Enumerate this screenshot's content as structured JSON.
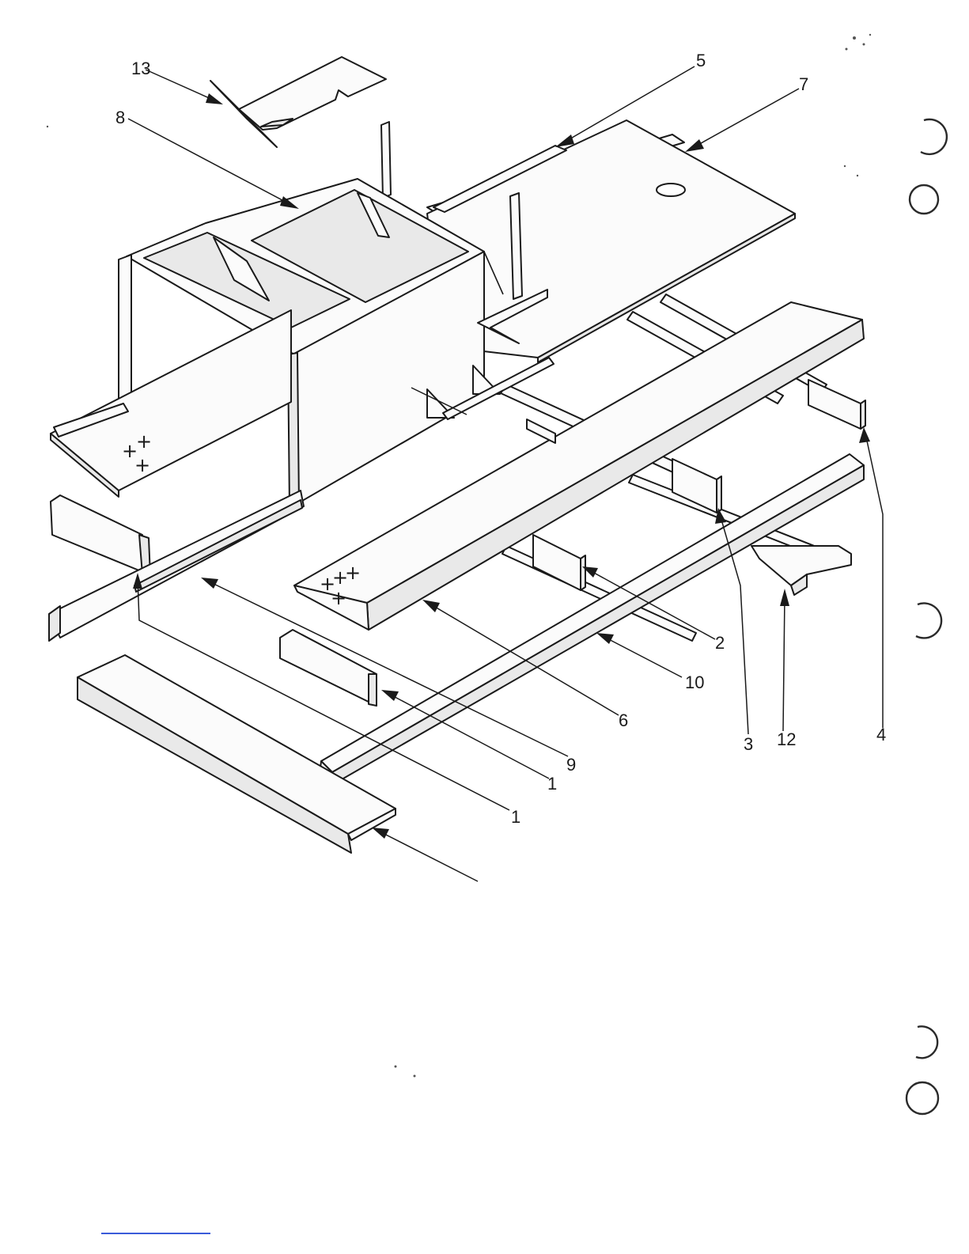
{
  "callouts": {
    "c1a": "1",
    "c1b": "1",
    "c2": "2",
    "c3": "3",
    "c4": "4",
    "c5": "5",
    "c6": "6",
    "c7": "7",
    "c8": "8",
    "c9": "9",
    "c10": "10",
    "c12": "12",
    "c13": "13"
  },
  "marks": {
    "cross_group_left": [
      "+",
      "+",
      "+"
    ],
    "cross_group_center": [
      "+",
      "+",
      "+",
      "+"
    ]
  },
  "colors": {
    "line": "#1a1a1a",
    "paper": "#ffffff",
    "link": "#3a5bd9"
  },
  "icons": {
    "binder_holes": [
      "binder-hole-icon",
      "binder-hole-icon",
      "binder-hole-icon",
      "binder-hole-icon",
      "binder-hole-icon"
    ]
  }
}
